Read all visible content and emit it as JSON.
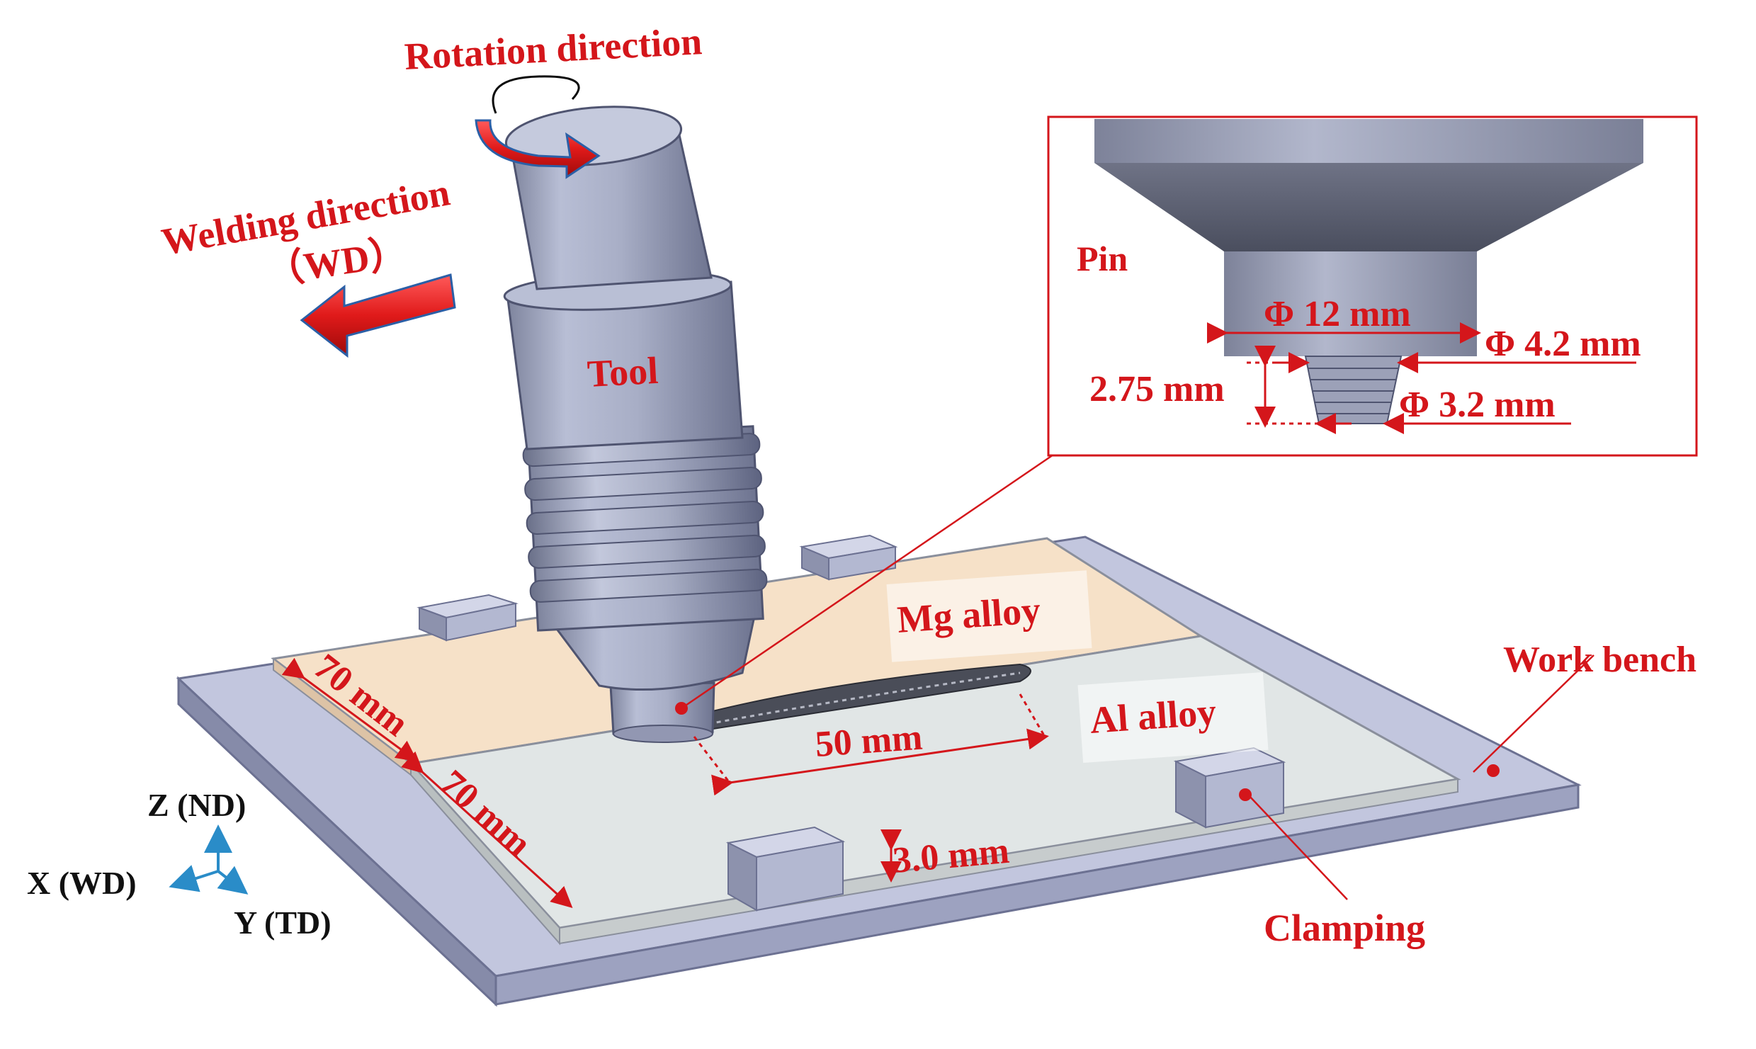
{
  "colors": {
    "accent_red": "#d4161b",
    "tool_metal": "#a7adc6",
    "bench": "#b7bcd6",
    "mg_alloy": "#f6e1c8",
    "al_alloy": "#e1e6e6",
    "axis_blue": "#2a8cc8"
  },
  "labels": {
    "rotation_direction": "Rotation direction",
    "welding_direction": "Welding direction",
    "welding_direction_abbr": "（WD）",
    "tool": "Tool",
    "pin": "Pin",
    "mg_alloy": "Mg alloy",
    "al_alloy": "Al alloy",
    "work_bench": "Work bench",
    "clamping": "Clamping"
  },
  "dimensions": {
    "shoulder_diameter": "Φ 12 mm",
    "pin_root_diameter": "Φ 4.2 mm",
    "pin_tip_diameter": "Φ 3.2 mm",
    "pin_length": "2.75 mm",
    "mg_width": "70 mm",
    "al_width": "70 mm",
    "weld_length": "50 mm",
    "plate_thickness": "3.0 mm"
  },
  "axes": {
    "z": "Z (ND)",
    "x": "X (WD)",
    "y": "Y (TD)"
  },
  "icons": {
    "rotation_arrow": "curved-arrow-icon",
    "welding_arrow": "arrow-left-icon",
    "coordinate_triad": "axis-triad-icon"
  }
}
